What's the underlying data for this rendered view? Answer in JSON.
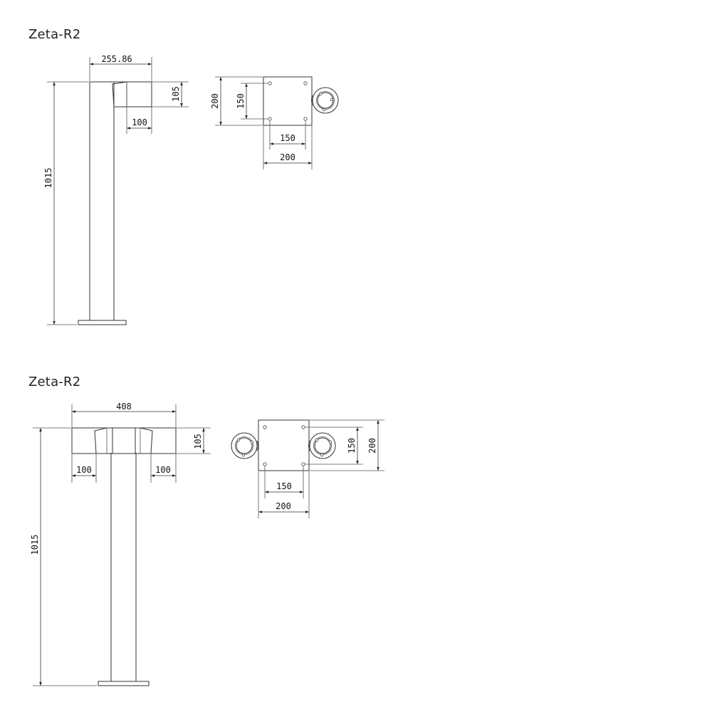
{
  "drawings": [
    {
      "title": "Zeta-R2",
      "dims": {
        "overall_width": "255.86",
        "head_height": "105",
        "head_depth": "100",
        "total_height": "1015",
        "plate_outer_v": "200",
        "plate_holes_v": "150",
        "plate_holes_h": "150",
        "plate_outer_h": "200"
      }
    },
    {
      "title": "Zeta-R2",
      "dims": {
        "overall_width": "408",
        "head_height": "105",
        "head_depth_left": "100",
        "head_depth_right": "100",
        "total_height": "1015",
        "plate_holes_v": "150",
        "plate_outer_v": "200",
        "plate_holes_h": "150",
        "plate_outer_h": "200"
      }
    }
  ]
}
